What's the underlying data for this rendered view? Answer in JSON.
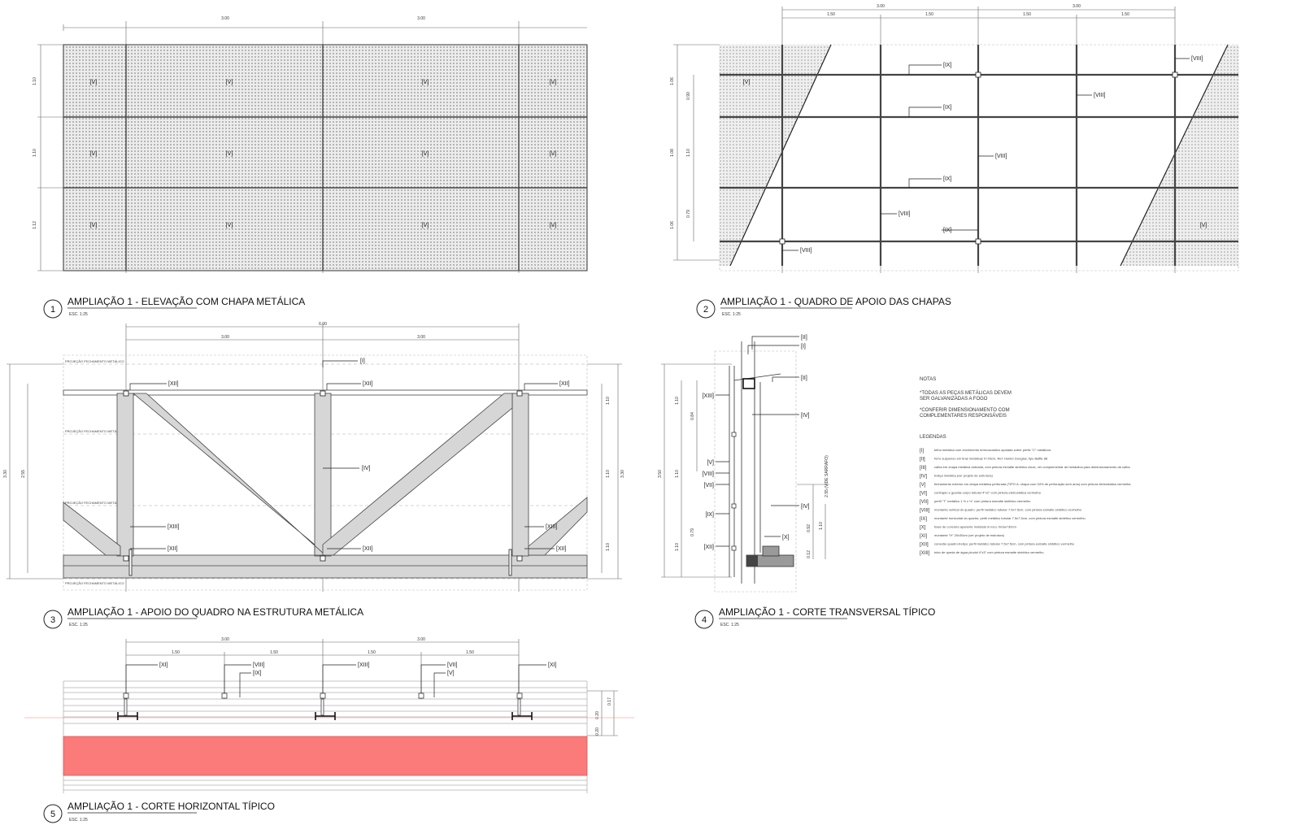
{
  "views": [
    {
      "number": "1",
      "title": "AMPLIAÇÃO 1 - ELEVAÇÃO COM CHAPA METÁLICA",
      "scale": "ESC. 1:25"
    },
    {
      "number": "2",
      "title": "AMPLIAÇÃO 1 - QUADRO DE APOIO DAS CHAPAS",
      "scale": "ESC. 1:25"
    },
    {
      "number": "3",
      "title": "AMPLIAÇÃO 1 - APOIO DO QUADRO NA ESTRUTURA METÁLICA",
      "scale": "ESC. 1:25"
    },
    {
      "number": "4",
      "title": "AMPLIAÇÃO 1 - CORTE TRANSVERSAL TÍPICO",
      "scale": "ESC. 1:25"
    },
    {
      "number": "5",
      "title": "AMPLIAÇÃO 1 - CORTE HORIZONTAL TÍPICO",
      "scale": "ESC. 1:25"
    }
  ],
  "tags": {
    "I": "[I]",
    "II": "[II]",
    "III": "[III]",
    "IV": "[IV]",
    "V": "[V]",
    "VI": "[VI]",
    "VII": "[VII]",
    "VIII": "[VIII]",
    "IX": "[IX]",
    "X": "[X]",
    "XI": "[XI]",
    "XII": "[XII]",
    "XIII": "[XIII]"
  },
  "dims": {
    "d300": "3.00",
    "d150": "1.50",
    "d600": "6.00",
    "d110": "1.10",
    "d112": "1.12",
    "d330": "3.30",
    "d255": "2.55",
    "d106": "1.06",
    "d108": "1.08",
    "d090": "0.90",
    "d079": "0.79",
    "d084": "0.84",
    "d092": "0.92",
    "d012": "0.12",
    "d017": "0.17",
    "d020": "0.20",
    "d350": "3.50",
    "d255v": "2.55 (VIDE SARRAFO)"
  },
  "projection_label": "PROJEÇÃO FECHAMENTO METÁLICO",
  "notes": {
    "heading": "NOTAS",
    "lines": [
      "*TODAS AS PEÇAS METÁLICAS DEVEM",
      "SER GALVANIZADAS A FOGO",
      "*CONFERIR DIMENSIONAMENTO COM",
      "COMPLEMENTARES RESPONSÁVEIS"
    ]
  },
  "legend": {
    "heading": "LEGENDAS",
    "items": [
      {
        "tag": "[I]",
        "text": "telha metálica com enchimento termoacústico apoiada sobre perfis \"C\" metálicos"
      },
      {
        "tag": "[II]",
        "text": "forro suspenso em tiras metálicas h=20cm, Ref. Hunter Douglas, tipo Baffle 88"
      },
      {
        "tag": "[III]",
        "text": "calha em chapa metálica dobrada, com pintura esmalte sintético cinza, ver complementar de hidráulica para dimensionamento da calha"
      },
      {
        "tag": "[IV]",
        "text": "treliça metálica (ver projeto de estrutura)"
      },
      {
        "tag": "[V]",
        "text": "fechamento exterior em chapa metálica perfurada (TIPO A: chapa com 34% de perfuração sem aros) com pintura eletrostática vermelha"
      },
      {
        "tag": "[VI]",
        "text": "contraplo e guarda-corpo tubular 4\"x2\" com pintura eletrostática vermelha"
      },
      {
        "tag": "[VII]",
        "text": "perfil \"T\" metálico 1 ½ x ⅛\" com pintura esmalte sintético vermelho"
      },
      {
        "tag": "[VIII]",
        "text": "montante vertical do quadro: perfil metálico tubular 7.5x7.5cm, com pintura esmalte sintético vermelho"
      },
      {
        "tag": "[IX]",
        "text": "montante horizontal do quadro: perfil metálico tubular 7.5x7.5cm, com pintura esmalte sintético vermelho"
      },
      {
        "tag": "[X]",
        "text": "base de concreto aparente moldado in loco, hmáx=30cm"
      },
      {
        "tag": "[XI]",
        "text": "montante \"H\" 20x30cm (ver projeto de estrutura)"
      },
      {
        "tag": "[XII]",
        "text": "conexão quadro-treliça: perfil metálico tubular 7.5x7.5cm, com pintura esmalte sintético vermelho"
      },
      {
        "tag": "[XIII]",
        "text": "tubo de queda de água pluvial 4\"x3\" com pintura esmalte sintético vermelho"
      }
    ]
  },
  "colors": {
    "line": "#333333",
    "hatch": "#9a9a9a",
    "panel_fill": "#e7e7e7",
    "member_fill": "#d6d6d6",
    "red_band": "#fb7a7a",
    "guide": "#c8c8c8",
    "accent_red": "#e23b3b"
  }
}
